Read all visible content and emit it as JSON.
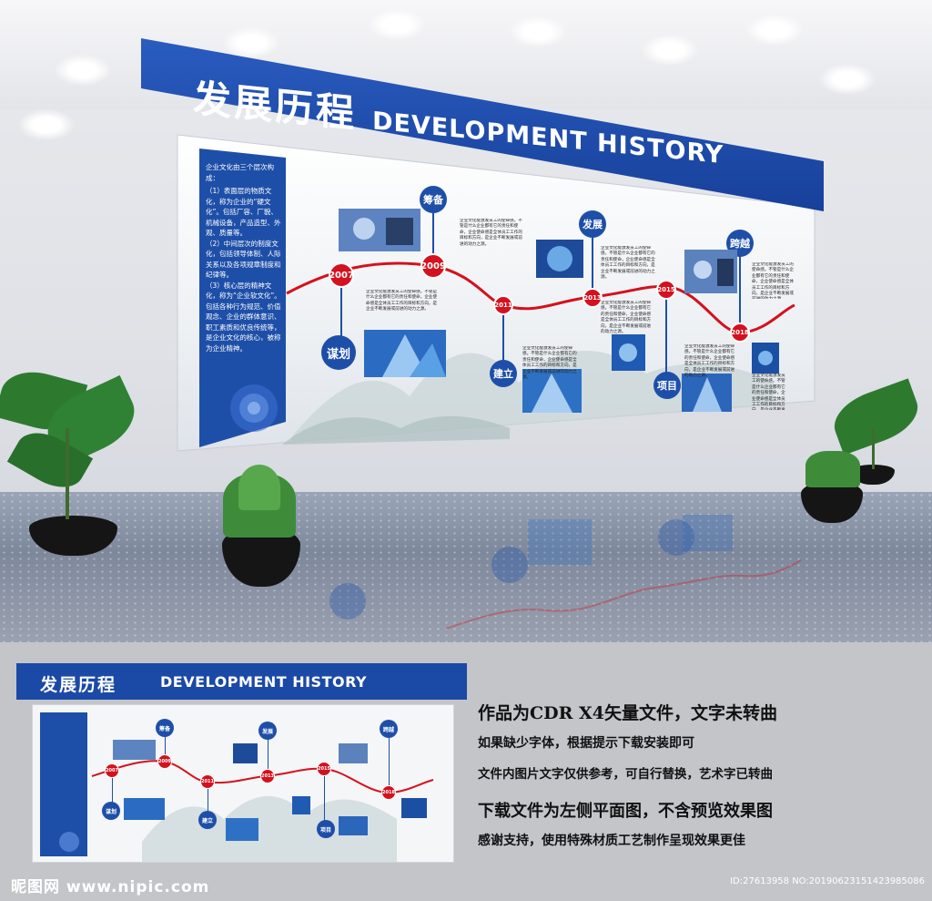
{
  "banner": {
    "title_cn": "发展历程",
    "title_en": "DEVELOPMENT HISTORY"
  },
  "sidebar": {
    "heading": "企业文化由三个层次构成：",
    "p1": "（1）表面层的物质文化，称为企业的“硬文化”。包括厂容、厂貌、机械设备，产品造型、外观、质量等。",
    "p2": "（2）中间层次的制度文化，包括领导体制、人际关系以及各项规章制度和纪律等。",
    "p3": "（3）核心层的精神文化，称为“企业软文化”。包括各种行为规范、价值观念、企业的群体意识、职工素质和优良传统等，是企业文化的核心，被称为企业精神。"
  },
  "timeline": {
    "years": [
      "2007",
      "2009",
      "2011",
      "2013",
      "2015",
      "2018"
    ],
    "stages": [
      "谋划",
      "筹备",
      "建立",
      "发展",
      "项目",
      "跨越"
    ],
    "snippet": "企业文化能激发员工的使命感。不管是什么企业都有它的责任和使命，企业使命感是全体员工工作的目标和方向，是企业不断发展或前进的动力之源。"
  },
  "preview": {
    "title_cn": "发展历程",
    "title_en": "DEVELOPMENT HISTORY"
  },
  "notes": {
    "line1": "作品为CDR X4矢量文件，文字未转曲",
    "line2": "如果缺少字体，根据提示下载安装即可",
    "line3": "文件内图片文字仅供参考，可自行替换，艺术字已转曲",
    "line4": "下载文件为左侧平面图，不含预览效果图",
    "line5": "感谢支持，使用特殊材质工艺制作呈现效果更佳"
  },
  "footer": {
    "site": "昵图网 www.nipic.com",
    "id": "ID:27613958 NO:20190623151423985086"
  },
  "colors": {
    "brand_blue": "#1b49a6",
    "timeline_red": "#d4111e",
    "dark_blue": "#1e4fa8"
  }
}
